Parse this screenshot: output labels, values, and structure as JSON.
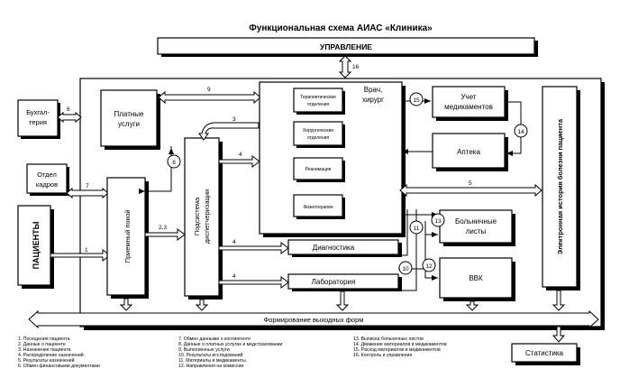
{
  "title": "Функциональная схема АИАС «Клиника»",
  "blocks": {
    "management": "УПРАВЛЕНИЕ",
    "accounting_1": "Бухгал-",
    "accounting_2": "терия",
    "hr_1": "Отдел",
    "hr_2": "кадров",
    "patients": "ПАЦИЕНТЫ",
    "paid_1": "Платные",
    "paid_2": "услуги",
    "reception": "Приемный покой",
    "dispatch_1": "Подсистема",
    "dispatch_2": "диспетчеризации",
    "doctor_1": "Врач,",
    "doctor_2": "хирург",
    "therapy_1": "Терапевтические",
    "therapy_2": "отделения",
    "surgery_1": "Хирургические",
    "surgery_2": "отделения",
    "icu": "Реанимация",
    "physio": "Физиотерапия",
    "diagnostics": "Диагностика",
    "laboratory": "Лаборатория",
    "meds_1": "Учет",
    "meds_2": "медикаментов",
    "pharmacy": "Аптека",
    "sick_1": "Больничные",
    "sick_2": "листы",
    "vvk": "ВВК",
    "ehr": "Электронная история болезни пациента",
    "output": "Формирование выходных форм",
    "statistics": "Статистика"
  },
  "flow_labels": {
    "f16": "16",
    "f6": "6",
    "f7": "7",
    "f1": "1",
    "f9": "9",
    "f3": "3",
    "f8": "8",
    "f4a": "4",
    "f23": "2,3",
    "f4b": "4",
    "f4c": "4",
    "f15": "15",
    "f14": "14",
    "f5": "5",
    "f13": "13",
    "f11": "11",
    "f10": "10",
    "f12": "12"
  },
  "legend": [
    "1. Посещения пациента",
    "2. Данные о пациенте",
    "3. Назначение пациента",
    "4. Распределение назначений",
    "5. Результаты назначений",
    "6. Обмен финансовыми документами",
    "7. Обмен данными о контингенте",
    "8. Данные о платных услугах и медстраховании",
    "9. Выполненные услуги",
    "10. Результаты исследований",
    "11. Материалы и медикаменты",
    "12. Направления на комиссии",
    "13. Выписка больничных листов",
    "14. Движение материалов и медикаментов",
    "15. Расход материалов и медикаментов",
    "16. Контроль и управление"
  ]
}
